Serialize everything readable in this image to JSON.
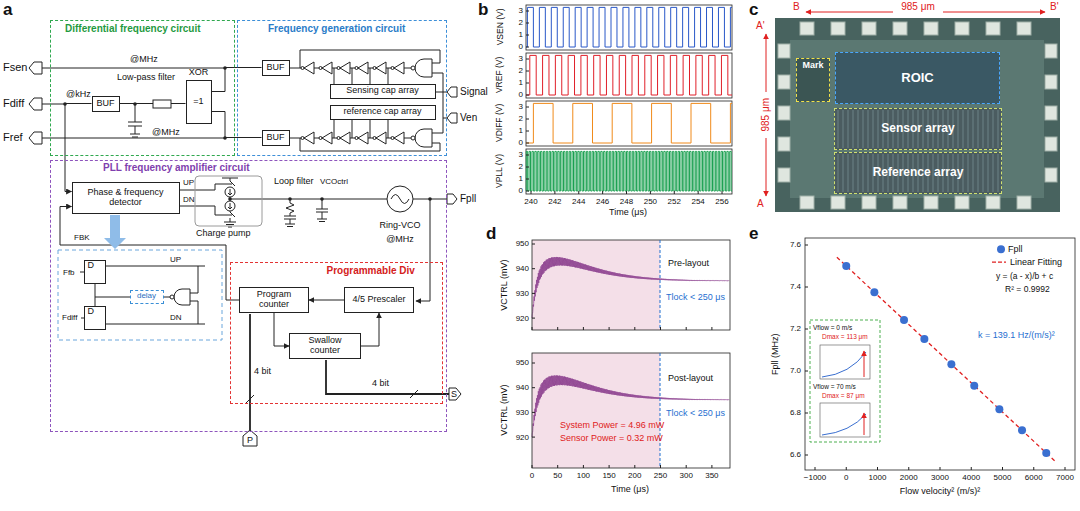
{
  "diagram": {
    "nodes": [
      {
        "text": [
          "Differential frequency circuit"
        ]
      },
      {
        "text": [
          "BUF"
        ],
        "in": 0
      },
      {
        "text": [
          "XOR",
          "=1"
        ],
        "in": 0
      },
      {
        "text": [
          "Frequency generation circuit"
        ]
      },
      {
        "text": [
          "BUF"
        ],
        "in": 3
      },
      {
        "text": [
          "BUF"
        ],
        "in": 3
      },
      {
        "text": [
          "Sensing cap array"
        ],
        "in": 3
      },
      {
        "text": [
          "reference cap array"
        ],
        "in": 3
      },
      {
        "text": [
          "PLL frequency amplifier circuit"
        ]
      },
      {
        "text": [
          "Phase & frequency detector"
        ],
        "in": 8
      },
      {
        "text": [
          "D"
        ],
        "in": 8
      },
      {
        "text": [
          "D"
        ],
        "in": 8
      },
      {
        "text": [
          "delay"
        ],
        "in": 8
      },
      {
        "text": [
          "Programmable Div"
        ],
        "in": 8
      },
      {
        "text": [
          "Program counter"
        ],
        "in": 13
      },
      {
        "text": [
          "4/5 Prescaler"
        ],
        "in": 13
      },
      {
        "text": [
          "Swallow counter"
        ],
        "in": 13
      },
      {
        "text": [
          "Mark"
        ]
      },
      {
        "text": [
          "ROIC"
        ]
      },
      {
        "text": [
          "Sensor array"
        ]
      },
      {
        "text": [
          "Reference array"
        ]
      }
    ],
    "edges": [
      {
        "from": 4,
        "to": 2,
        "arrow": "none"
      },
      {
        "from": 5,
        "to": 2,
        "arrow": "none"
      },
      {
        "from": 2,
        "to": 1,
        "arrow": "none"
      },
      {
        "from": 1,
        "to": 9,
        "arrow": "to"
      },
      {
        "from": 14,
        "to": 9,
        "arrow": "to"
      },
      {
        "from": 15,
        "to": 14,
        "arrow": "to"
      },
      {
        "from": 16,
        "to": 15,
        "arrow": "to"
      },
      {
        "from": 14,
        "to": 16,
        "arrow": "to"
      }
    ],
    "labels": [
      "a",
      "Fsen",
      "@MHz",
      "Fdiff",
      "@kHz",
      "Low-pass filter",
      "Fref",
      "@MHz",
      "Signal",
      "Ven",
      "Fpll",
      "UP",
      "DN",
      "Charge pump",
      "Loop filter",
      "VCOctrl",
      "Ring-VCO",
      "@MHz",
      "FBK",
      "Ffb",
      "Fdiff",
      "UP",
      "DN",
      "4 bit",
      "4 bit",
      "P",
      "S",
      "b",
      "VSEN (V)",
      "3",
      "2",
      "1",
      "0",
      "VREF (V)",
      "3",
      "2",
      "1",
      "0",
      "VDIFF (V)",
      "3",
      "2",
      "1",
      "0",
      "VPLL (V)",
      "3",
      "2",
      "1",
      "0",
      "240",
      "242",
      "244",
      "246",
      "248",
      "250",
      "252",
      "254",
      "256",
      "Time (μs)",
      "c",
      "B",
      "985 μm",
      "B'",
      "A'",
      "985 μm",
      "A",
      "d",
      "VCTRL (mV)",
      "950",
      "940",
      "930",
      "920",
      "Pre-layout",
      "Tlock < 250 μs",
      "VCTRL (mV)",
      "950",
      "940",
      "930",
      "920",
      "Post-layout",
      "Tlock < 250 μs",
      "System Power = 4.96 mW",
      "Sensor Power = 0.32 mW",
      "0",
      "50",
      "100",
      "150",
      "200",
      "250",
      "300",
      "350",
      "Time (μs)",
      "e",
      "Fpll (MHz)",
      "7.6",
      "7.4",
      "7.2",
      "7.0",
      "6.8",
      "6.6",
      "−1000",
      "0",
      "1000",
      "2000",
      "3000",
      "4000",
      "5000",
      "6000",
      "7000",
      "Flow velocity² (m/s)²",
      "y = (a - x)/b + c",
      "R² = 0.9992",
      "k = 139.1 Hz/(m/s)²",
      "Vflow = 0 m/s",
      "Dmax = 113 μm",
      "Vflow = 70 m/s",
      "Dmax = 87 μm"
    ],
    "legend": [
      {
        "text": "Fpll"
      },
      {
        "text": "Linear Fitting"
      }
    ]
  }
}
